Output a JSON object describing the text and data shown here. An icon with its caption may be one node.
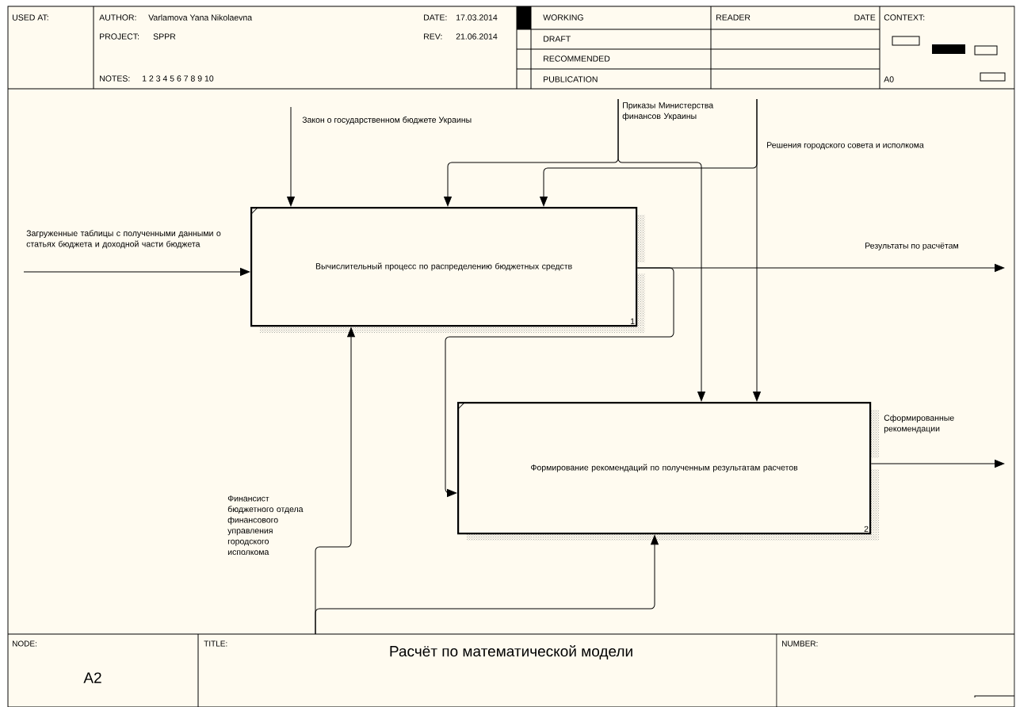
{
  "diagram": {
    "title": "Расчёт по математической модели",
    "nodes": [
      {
        "text": [
          "Вычислительный процесс по распределению бюджетных средств",
          "1"
        ]
      },
      {
        "text": [
          "Формирование рекомендаций по полученным результатам расчетов",
          "2"
        ]
      }
    ],
    "edges": [
      {
        "from": null,
        "to": 0,
        "arrow": "to",
        "label": "Закон о государственном бюджете Украины"
      },
      {
        "from": null,
        "to": 0,
        "arrow": "to",
        "label": "Приказы Министерства финансов Украины"
      },
      {
        "from": null,
        "to": 1,
        "arrow": "to"
      },
      {
        "from": null,
        "to": 0,
        "arrow": "to"
      },
      {
        "from": null,
        "to": 1,
        "arrow": "to",
        "label": "Решения городского совета и исполкома"
      },
      {
        "from": null,
        "to": 0,
        "arrow": "to",
        "label": "Загруженные таблицы с полученными данными о статьях бюджета и доходной части бюджета"
      },
      {
        "from": 0,
        "to": null,
        "arrow": "to",
        "label": "Результаты по расчётам"
      },
      {
        "from": 0,
        "to": 1,
        "arrow": "to"
      },
      {
        "from": 1,
        "to": null,
        "arrow": "to",
        "label": "Сформированные рекомендации"
      },
      {
        "from": null,
        "to": 0,
        "arrow": "to",
        "label": "Финансист бюджетного отдела финансового управления городского исполкома"
      },
      {
        "from": null,
        "to": 1,
        "arrow": "to"
      }
    ],
    "labels": [
      "USED AT:",
      "AUTHOR:",
      "Varlamova Yana Nikolaevna",
      "DATE:",
      "17.03.2014",
      "PROJECT:",
      "SPPR",
      "REV:",
      "21.06.2014",
      "NOTES:",
      "1 2 3 4 5 6 7 8 9 10",
      "WORKING",
      "DRAFT",
      "RECOMMENDED",
      "PUBLICATION",
      "READER",
      "DATE",
      "CONTEXT:",
      "A0",
      "NODE:",
      "A2",
      "TITLE:",
      "NUMBER:"
    ]
  }
}
